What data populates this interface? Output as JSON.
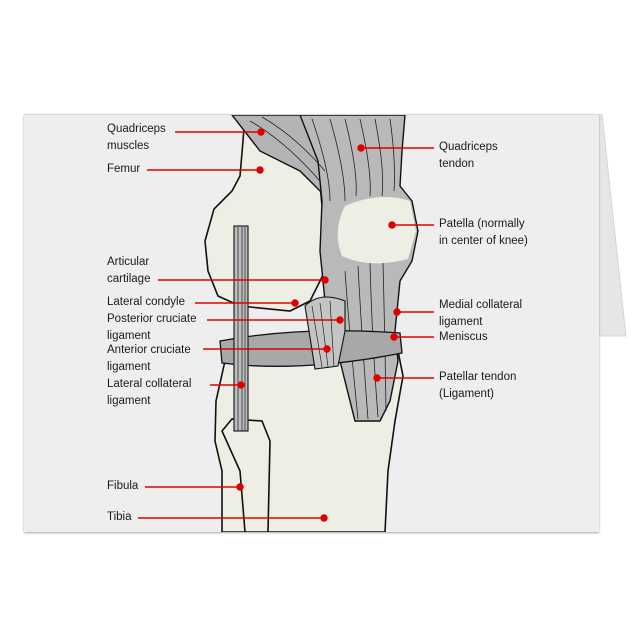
{
  "card": {
    "background": "#eeeeee",
    "leader_color": "#e00000",
    "bone_color": "#efeee4",
    "tissue_color": "#b9b9b9"
  },
  "labels": {
    "quadriceps_muscles": "Quadriceps\nmuscles",
    "femur": "Femur",
    "articular_cartilage": "Articular\ncartilage",
    "lateral_condyle": "Lateral condyle",
    "posterior_cruciate": "Posterior cruciate\nligament",
    "anterior_cruciate": "Anterior cruciate\nligament",
    "lateral_collateral": "Lateral collateral\nligament",
    "fibula": "Fibula",
    "tibia": "Tibia",
    "quadriceps_tendon": "Quadriceps\ntendon",
    "patella": "Patella (normally\nin center of knee)",
    "medial_collateral": "Medial collateral\nligament",
    "meniscus": "Meniscus",
    "patellar_tendon": "Patellar tendon\n(Ligament)"
  }
}
